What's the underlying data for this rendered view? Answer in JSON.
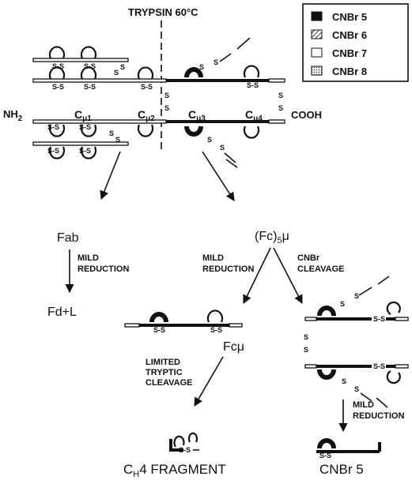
{
  "trypsin_label": "TRYPSIN 60°C",
  "legend": {
    "items": [
      {
        "label": "CNBr 5",
        "swatch": "solid"
      },
      {
        "label": "CNBr 6",
        "swatch": "hatched"
      },
      {
        "label": "CNBr 7",
        "swatch": "open"
      },
      {
        "label": "CNBr 8",
        "swatch": "dotted"
      }
    ]
  },
  "molecule": {
    "nh2": "NH",
    "nh2_sub": "2",
    "cooh": "COOH",
    "domains": [
      {
        "main": "C",
        "sub": "μ1"
      },
      {
        "main": "C",
        "sub": "μ2"
      },
      {
        "main": "C",
        "sub": "μ3"
      },
      {
        "main": "C",
        "sub": "μ4"
      }
    ]
  },
  "fab": {
    "title": "Fab",
    "step": [
      "MILD",
      "REDUCTION"
    ],
    "product": "Fd+L"
  },
  "fc5": {
    "main": "(Fc)",
    "sub": "5",
    "suffix": "μ"
  },
  "left_branch": [
    "MILD",
    "REDUCTION"
  ],
  "right_branch": [
    "CNBr",
    "CLEAVAGE"
  ],
  "fcmu": {
    "main": "Fc",
    "suffix": "μ"
  },
  "tryptic": [
    "LIMITED",
    "TRYPTIC",
    "CLEAVAGE"
  ],
  "mild_reduction_2": [
    "MILD",
    "REDUCTION"
  ],
  "ch4": {
    "pre": "C",
    "sub": "H",
    "post": "4 FRAGMENT"
  },
  "cnbr5": "CNBr 5"
}
